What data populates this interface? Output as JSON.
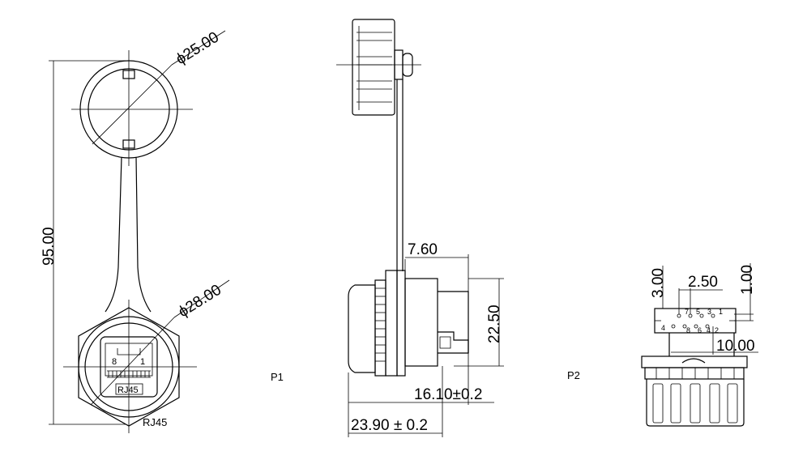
{
  "views": {
    "front": {
      "dia_top": "ϕ25.00",
      "dia_bottom": "ϕ28.00",
      "height": "95.00",
      "jack_label": "RJ45",
      "socket_label": "RJ45",
      "pin_high": "8",
      "pin_low": "1"
    },
    "side": {
      "label": "P1",
      "dim_7_60": "7.60",
      "dim_22_50": "22.50",
      "dim_16_10": "16.10±0.2",
      "dim_23_90": "23.90 ± 0.2"
    },
    "pcb": {
      "label": "P2",
      "dim_3_00": "3.00",
      "dim_2_50": "2.50",
      "dim_1_00": "1.00",
      "dim_10_00": "10.00",
      "pins_top": [
        "7",
        "5",
        "3",
        "1"
      ],
      "pins_bottom": [
        "8",
        "6",
        "4",
        "2"
      ],
      "hole_left": "4"
    }
  }
}
